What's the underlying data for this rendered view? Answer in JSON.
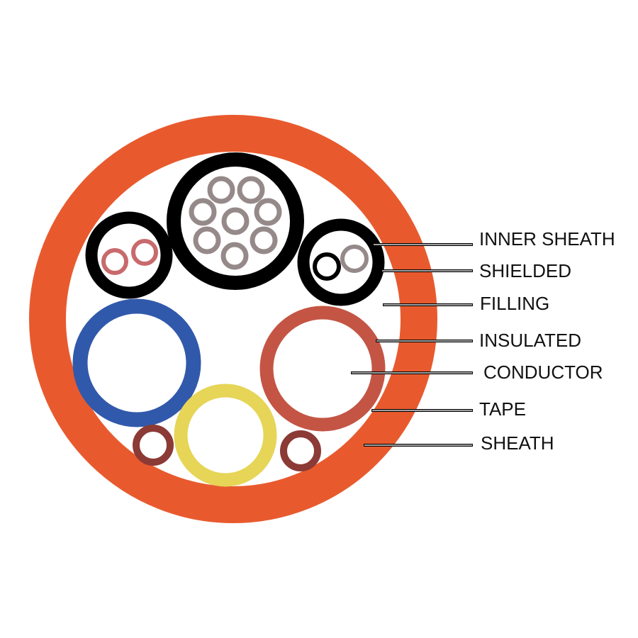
{
  "labels": {
    "inner_sheath": "INNER SHEATH",
    "shielded": "SHIELDED",
    "filling": "FILLING",
    "insulated": "INSULATED",
    "conductor": "CONDUCTOR",
    "tape": "TAPE",
    "sheath": "SHEATH"
  },
  "colors": {
    "outer_sheath": "#E85A2E",
    "black_sheath": "#000000",
    "strand_grey": "#958A89",
    "pair_pink": "#C86A6D",
    "blue_core": "#3159AB",
    "yellow_core": "#E6D556",
    "red_core": "#C45544",
    "small_maroon": "#8B3A36",
    "leader_line": "#000000"
  }
}
